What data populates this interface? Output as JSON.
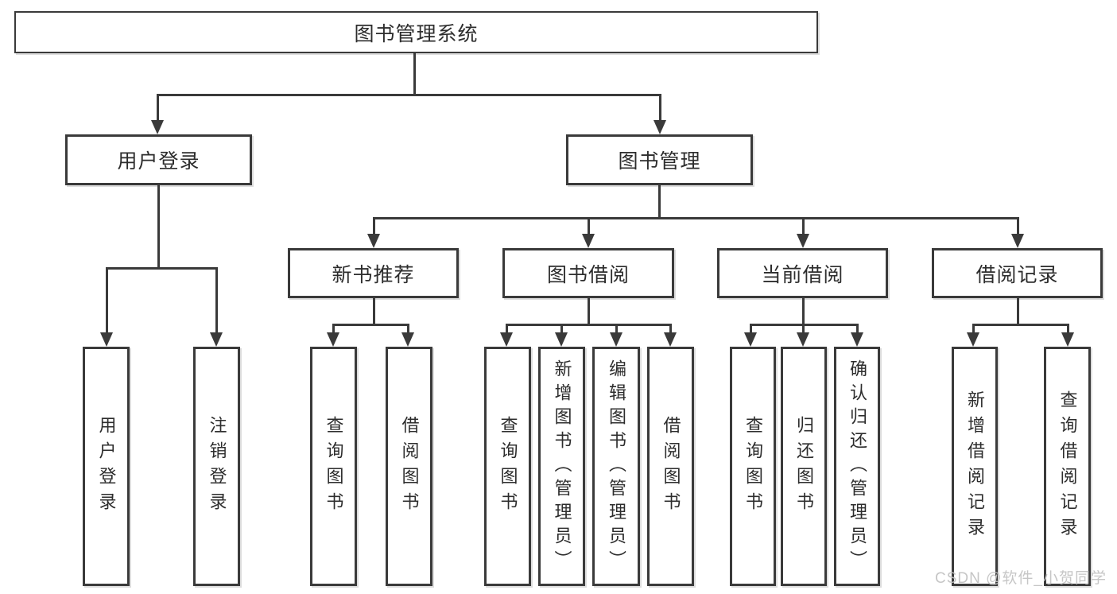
{
  "diagram": {
    "root": {
      "label": "图书管理系统"
    },
    "level2": [
      {
        "label": "用户登录"
      },
      {
        "label": "图书管理"
      }
    ],
    "level3": [
      {
        "label": "新书推荐"
      },
      {
        "label": "图书借阅"
      },
      {
        "label": "当前借阅"
      },
      {
        "label": "借阅记录"
      }
    ],
    "leaves": [
      {
        "label": "用户登录"
      },
      {
        "label": "注销登录"
      },
      {
        "label": "查询图书"
      },
      {
        "label": "借阅图书"
      },
      {
        "label": "查询图书"
      },
      {
        "label": "新增图书（管理员）"
      },
      {
        "label": "编辑图书（管理员）"
      },
      {
        "label": "借阅图书"
      },
      {
        "label": "查询图书"
      },
      {
        "label": "归还图书"
      },
      {
        "label": "确认归还（管理员）"
      },
      {
        "label": "新增借阅记录"
      },
      {
        "label": "查询借阅记录"
      }
    ],
    "watermark": "CSDN @软件_小贺同学",
    "colors": {
      "line": "#3a3a3a",
      "text": "#2d2d2d",
      "background": "#ffffff",
      "watermark": "#c3c3c3"
    }
  }
}
